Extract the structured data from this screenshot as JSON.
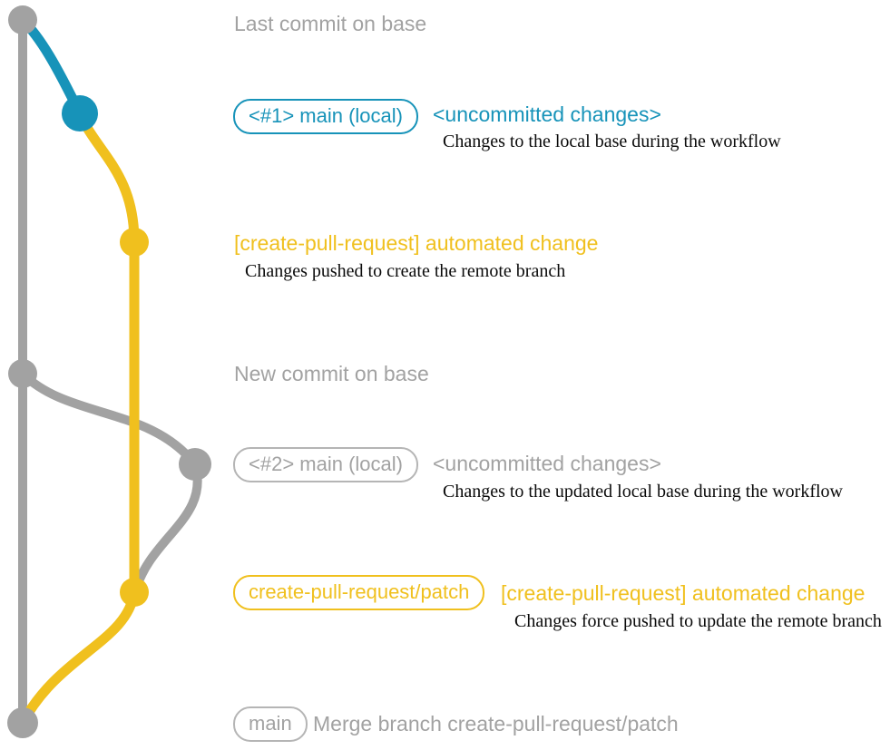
{
  "colors": {
    "base_branch_gray": "#a2a2a2",
    "local_main_blue": "#1793b9",
    "pr_branch_gold": "#f0c01e",
    "description_text": "#0a0a0a",
    "background": "#ffffff"
  },
  "graph": {
    "branches": [
      {
        "name": "base",
        "color": "#a2a2a2"
      },
      {
        "name": "local main",
        "color": "#1793b9"
      },
      {
        "name": "create-pull-request/patch",
        "color": "#f0c01e"
      }
    ],
    "commit_count": 7
  },
  "rows": {
    "r1": {
      "label": "Last commit on base"
    },
    "r2": {
      "badge": "<#1> main (local)",
      "heading": "<uncommitted changes>",
      "desc": "Changes to the local base during the workflow"
    },
    "r3": {
      "heading": "[create-pull-request] automated change",
      "desc": "Changes pushed to create the remote branch"
    },
    "r4": {
      "label": "New commit on base"
    },
    "r5": {
      "badge": "<#2> main (local)",
      "heading": "<uncommitted changes>",
      "desc": "Changes to the updated local base during the workflow"
    },
    "r6": {
      "badge": "create-pull-request/patch",
      "heading": "[create-pull-request] automated change",
      "desc": "Changes force pushed to update the remote branch"
    },
    "r7": {
      "badge": "main",
      "heading": "Merge branch create-pull-request/patch"
    }
  }
}
